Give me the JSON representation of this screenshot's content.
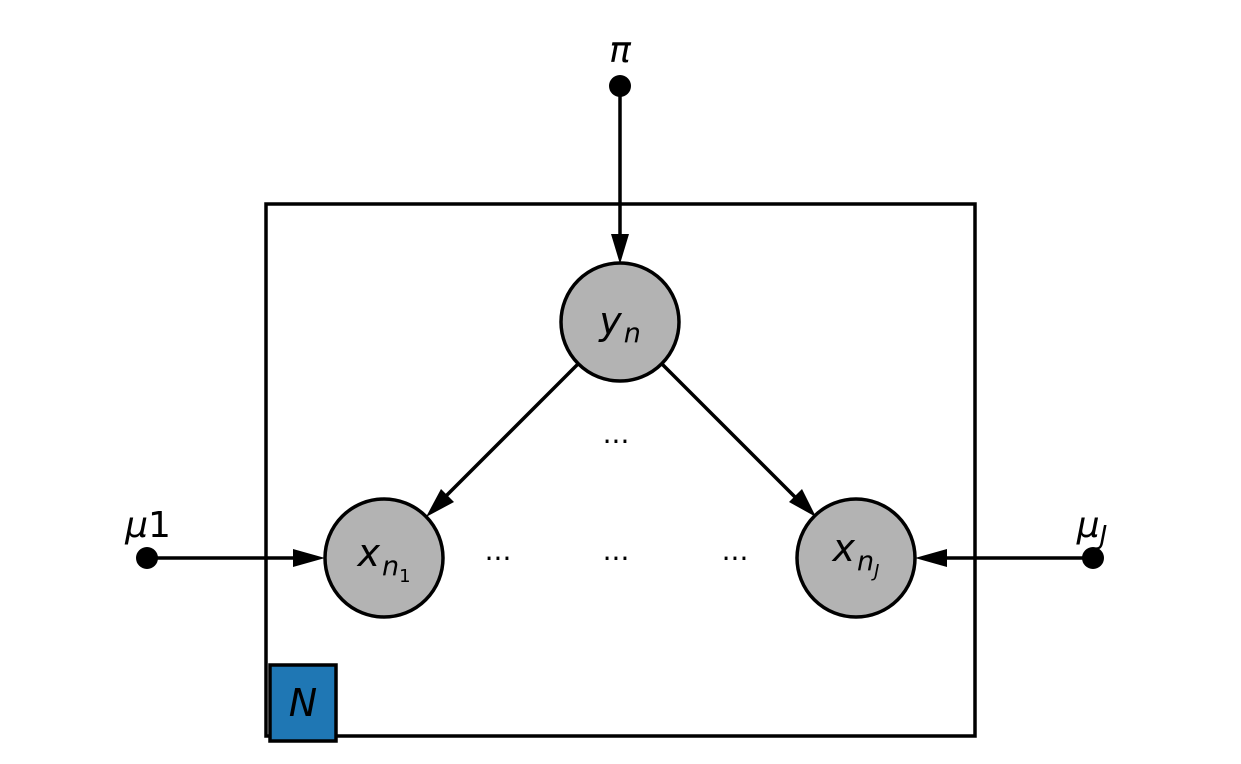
{
  "diagram": {
    "type": "plate-notation graphical model",
    "plate": {
      "label": "N",
      "label_fill": "#1f77b4"
    },
    "colors": {
      "node_fill": "#b3b3b3",
      "stroke": "#000000"
    },
    "nodes": {
      "pi": {
        "label": "π",
        "kind": "observed-parameter"
      },
      "y": {
        "base": "y",
        "sub": "n",
        "kind": "observed-variable"
      },
      "x1": {
        "base": "x",
        "sub": "n",
        "subsub": "1",
        "kind": "observed-variable"
      },
      "xJ": {
        "base": "x",
        "sub": "n",
        "subsub": "J",
        "kind": "observed-variable"
      },
      "mu1": {
        "base": "μ",
        "sub": "1",
        "kind": "observed-parameter"
      },
      "muJ": {
        "base": "μ",
        "sub": "J",
        "kind": "observed-parameter"
      }
    },
    "ellipsis": "...",
    "edges": [
      {
        "from": "pi",
        "to": "y"
      },
      {
        "from": "y",
        "to": "x1"
      },
      {
        "from": "y",
        "to": "xJ"
      },
      {
        "from": "mu1",
        "to": "x1"
      },
      {
        "from": "muJ",
        "to": "xJ"
      }
    ]
  }
}
